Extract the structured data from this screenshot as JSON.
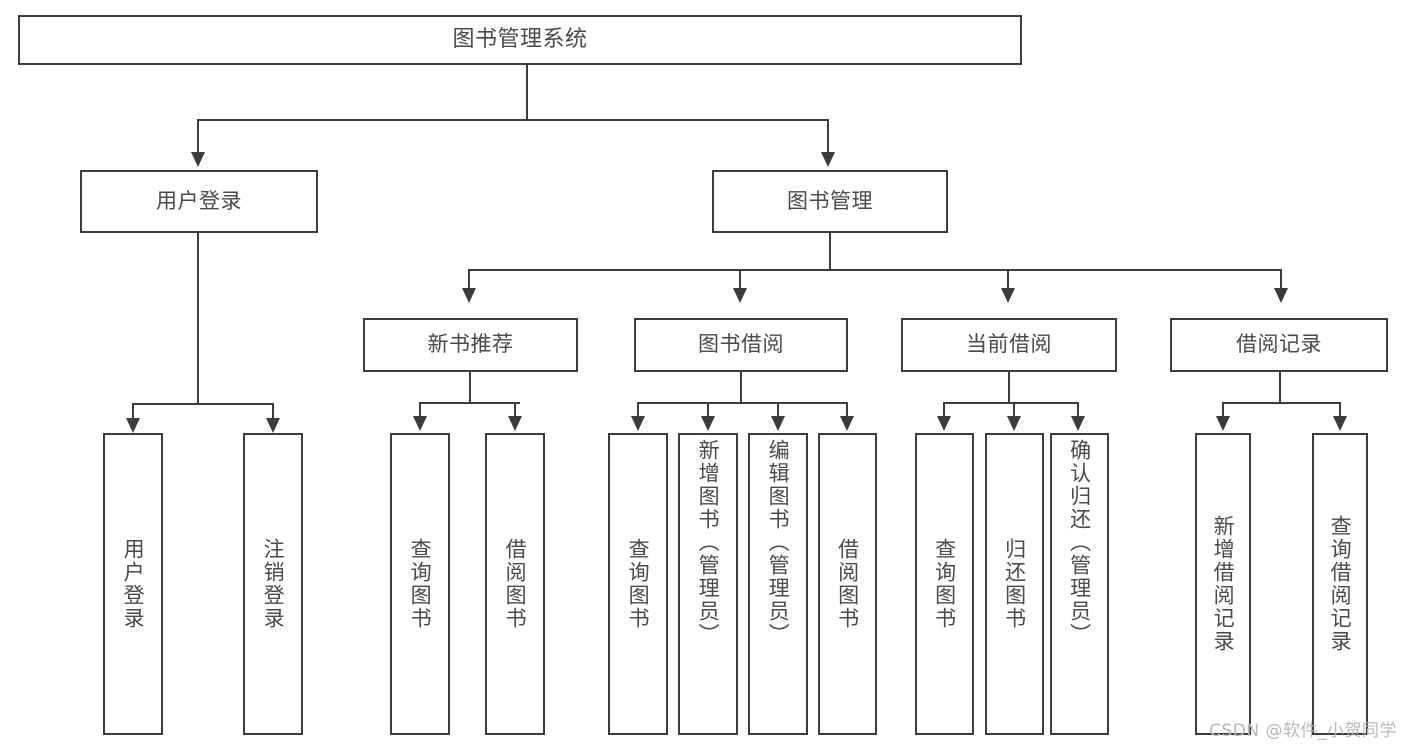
{
  "diagram": {
    "title": "图书管理系统",
    "type": "tree",
    "root": {
      "label": "图书管理系统"
    },
    "level2": [
      {
        "id": "user-login",
        "label": "用户登录"
      },
      {
        "id": "book-manage",
        "label": "图书管理"
      }
    ],
    "level3": [
      {
        "id": "new-book-recommend",
        "label": "新书推荐",
        "parent": "book-manage"
      },
      {
        "id": "book-borrow",
        "label": "图书借阅",
        "parent": "book-manage"
      },
      {
        "id": "current-borrow",
        "label": "当前借阅",
        "parent": "book-manage"
      },
      {
        "id": "borrow-record",
        "label": "借阅记录",
        "parent": "book-manage"
      }
    ],
    "leaves": {
      "user-login": [
        {
          "id": "leaf-user-login",
          "label": "用户登录"
        },
        {
          "id": "leaf-user-logout",
          "label": "注销登录"
        }
      ],
      "new-book-recommend": [
        {
          "id": "leaf-query-book-1",
          "label": "查询图书"
        },
        {
          "id": "leaf-borrow-book-1",
          "label": "借阅图书"
        }
      ],
      "book-borrow": [
        {
          "id": "leaf-query-book-2",
          "label": "查询图书"
        },
        {
          "id": "leaf-add-book",
          "label": "新增图书（管理员）"
        },
        {
          "id": "leaf-edit-book",
          "label": "编辑图书（管理员）"
        },
        {
          "id": "leaf-borrow-book-2",
          "label": "借阅图书"
        }
      ],
      "current-borrow": [
        {
          "id": "leaf-query-book-3",
          "label": "查询图书"
        },
        {
          "id": "leaf-return-book",
          "label": "归还图书"
        },
        {
          "id": "leaf-confirm-return",
          "label": "确认归还（管理员）"
        }
      ],
      "borrow-record": [
        {
          "id": "leaf-add-record",
          "label": "新增借阅记录"
        },
        {
          "id": "leaf-query-record",
          "label": "查询借阅记录"
        }
      ]
    },
    "colors": {
      "stroke": "#3c3c3c",
      "text": "#4a4a4a",
      "background": "#ffffff",
      "watermark": "#b9b9b9"
    }
  },
  "watermark": {
    "text": "CSDN @软件_小贺同学"
  }
}
